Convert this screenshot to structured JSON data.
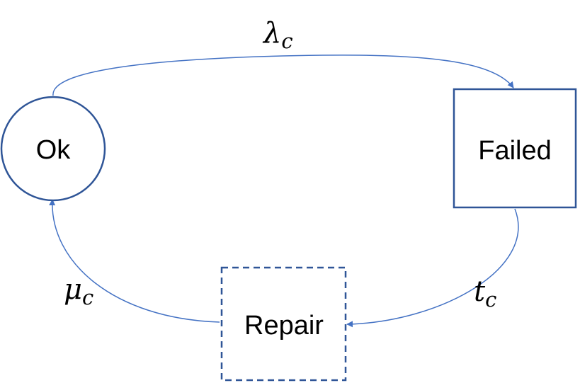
{
  "nodes": {
    "ok": {
      "label": "Ok",
      "shape": "circle"
    },
    "failed": {
      "label": "Failed",
      "shape": "rectangle"
    },
    "repair": {
      "label": "Repair",
      "shape": "dashed-rectangle"
    }
  },
  "edges": {
    "ok_to_failed": {
      "symbol": "λ",
      "subscript": "c"
    },
    "failed_to_repair": {
      "symbol": "t",
      "subscript": "c"
    },
    "repair_to_ok": {
      "symbol": "μ",
      "subscript": "c"
    }
  },
  "colors": {
    "node_stroke": "#2F5597",
    "edge_stroke": "#4472C4",
    "text": "#000000"
  }
}
